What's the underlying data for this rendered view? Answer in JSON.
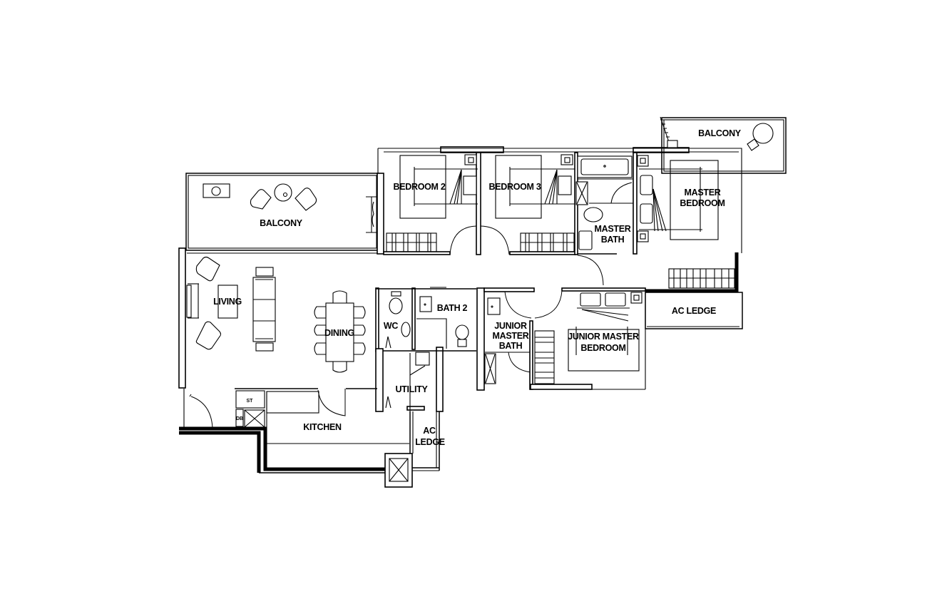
{
  "floor_plan": {
    "colors": {
      "line": "#000000",
      "background": "#ffffff"
    },
    "rooms": {
      "balcony_main": {
        "label": "BALCONY"
      },
      "living": {
        "label": "LIVING"
      },
      "dining": {
        "label": "DINING"
      },
      "bedroom_2": {
        "label": "BEDROOM 2"
      },
      "bedroom_3": {
        "label": "BEDROOM 3"
      },
      "master_bath": {
        "line1": "MASTER",
        "line2": "BATH"
      },
      "master_bedroom": {
        "line1": "MASTER",
        "line2": "BEDROOM"
      },
      "balcony_master": {
        "label": "BALCONY"
      },
      "wc": {
        "label": "WC"
      },
      "bath_2": {
        "label": "BATH 2"
      },
      "utility": {
        "label": "UTILITY"
      },
      "junior_master_bath": {
        "line1": "JUNIOR",
        "line2": "MASTER",
        "line3": "BATH"
      },
      "junior_master_bedroom": {
        "line1": "JUNIOR MASTER",
        "line2": "BEDROOM"
      },
      "ac_ledge_east": {
        "label": "AC LEDGE"
      },
      "ac_ledge_south": {
        "line1": "AC",
        "line2": "LEDGE"
      },
      "kitchen": {
        "label": "KITCHEN"
      },
      "store": {
        "label": "ST"
      },
      "distribution_board": {
        "label": "DB"
      }
    }
  }
}
